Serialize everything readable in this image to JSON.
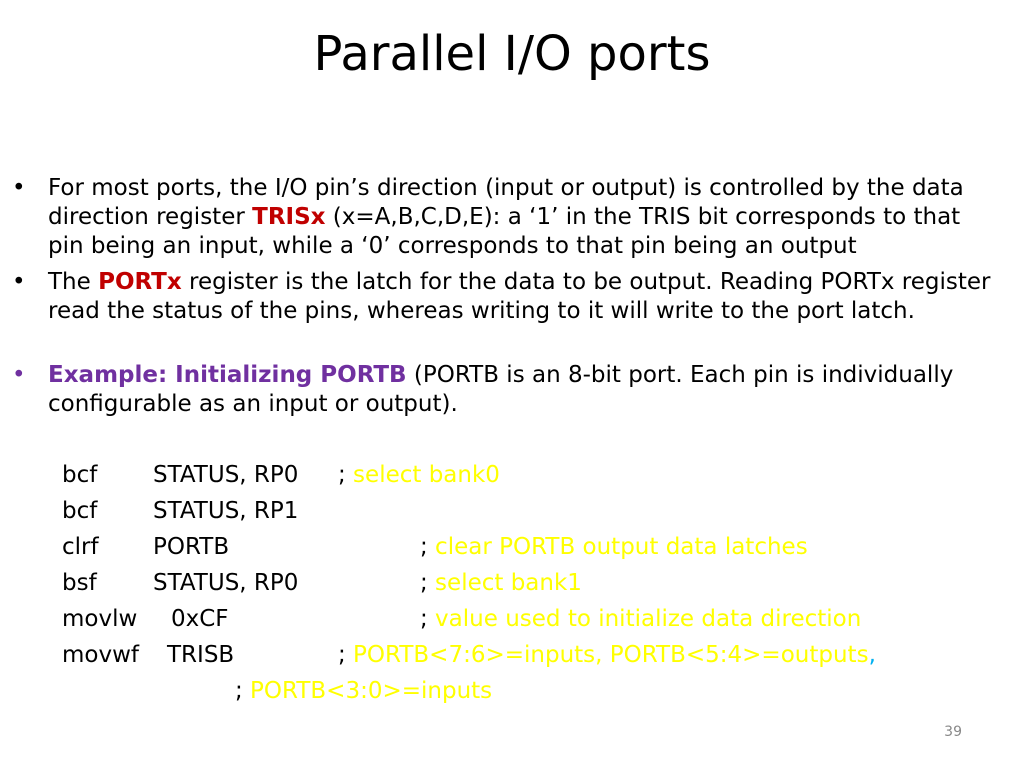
{
  "slide": {
    "title": "Parallel I/O ports",
    "page_number": "39"
  },
  "bullets": [
    {
      "pre": "For most ports, the I/O pin’s direction (input or output) is controlled by the data direction register ",
      "highlight": "TRISx",
      "post": " (x=A,B,C,D,E): a ‘1’ in the TRIS bit corresponds to that pin being an input, while a ‘0’ corresponds to that pin being an output"
    },
    {
      "pre": "The ",
      "highlight": "PORTx",
      "post": " register is the latch for the data to be output. Reading PORTx register read the status of the pins, whereas writing to it will write to the port latch."
    },
    {
      "highlight": "Example: Initializing PORTB",
      "post": " (PORTB is an 8-bit port. Each pin is individually configurable as an input or output)."
    }
  ],
  "bullet_marker": "•",
  "code": [
    {
      "mnemonic": "bcf",
      "operand": "STATUS, RP0",
      "semicolon": ";",
      "comment": " select bank0"
    },
    {
      "mnemonic": "bcf",
      "operand": "STATUS, RP1",
      "semicolon": "",
      "comment": ""
    },
    {
      "mnemonic": "clrf",
      "operand": "PORTB",
      "semicolon": ";",
      "comment": " clear PORTB output data latches"
    },
    {
      "mnemonic": "bsf",
      "operand": "STATUS, RP0",
      "semicolon": ";",
      "comment": " select bank1"
    },
    {
      "mnemonic": "movlw",
      "operand": "0xCF",
      "semicolon": ";",
      "comment": " value used to initialize data direction"
    },
    {
      "mnemonic": "movwf",
      "operand": "TRISB",
      "semicolon": ";",
      "comment": " PORTB<7:6>=inputs, PORTB<5:4>=outputs",
      "trailing": ","
    },
    {
      "mnemonic": "",
      "operand": "",
      "semicolon": ";",
      "comment": " PORTB<3:0>=inputs"
    }
  ],
  "colors": {
    "register_highlight": "#c00000",
    "example_highlight": "#7030a0",
    "comment": "#ffff00",
    "trailing_comma": "#00b0f0"
  }
}
